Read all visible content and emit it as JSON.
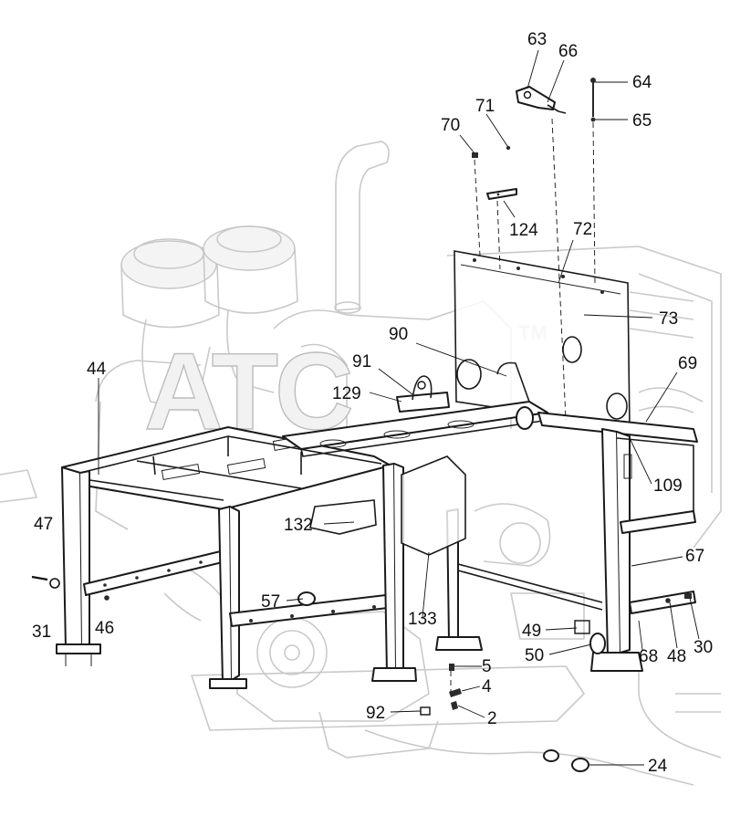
{
  "watermark": {
    "text": "ATC",
    "tm": "TM"
  },
  "callouts": [
    {
      "id": "c63",
      "label": "63"
    },
    {
      "id": "c66",
      "label": "66"
    },
    {
      "id": "c64",
      "label": "64"
    },
    {
      "id": "c65",
      "label": "65"
    },
    {
      "id": "c71",
      "label": "71"
    },
    {
      "id": "c70",
      "label": "70"
    },
    {
      "id": "c124",
      "label": "124"
    },
    {
      "id": "c72",
      "label": "72"
    },
    {
      "id": "c73",
      "label": "73"
    },
    {
      "id": "c90",
      "label": "90"
    },
    {
      "id": "c91",
      "label": "91"
    },
    {
      "id": "c69",
      "label": "69"
    },
    {
      "id": "c129",
      "label": "129"
    },
    {
      "id": "c44",
      "label": "44"
    },
    {
      "id": "c109",
      "label": "109"
    },
    {
      "id": "c47",
      "label": "47"
    },
    {
      "id": "c132",
      "label": "132"
    },
    {
      "id": "c67",
      "label": "67"
    },
    {
      "id": "c57",
      "label": "57"
    },
    {
      "id": "c31",
      "label": "31"
    },
    {
      "id": "c46",
      "label": "46"
    },
    {
      "id": "c133",
      "label": "133"
    },
    {
      "id": "c49",
      "label": "49"
    },
    {
      "id": "c5",
      "label": "5"
    },
    {
      "id": "c50",
      "label": "50"
    },
    {
      "id": "c68",
      "label": "68"
    },
    {
      "id": "c48",
      "label": "48"
    },
    {
      "id": "c30",
      "label": "30"
    },
    {
      "id": "c4",
      "label": "4"
    },
    {
      "id": "c92",
      "label": "92"
    },
    {
      "id": "c2",
      "label": "2"
    },
    {
      "id": "c24",
      "label": "24"
    }
  ]
}
